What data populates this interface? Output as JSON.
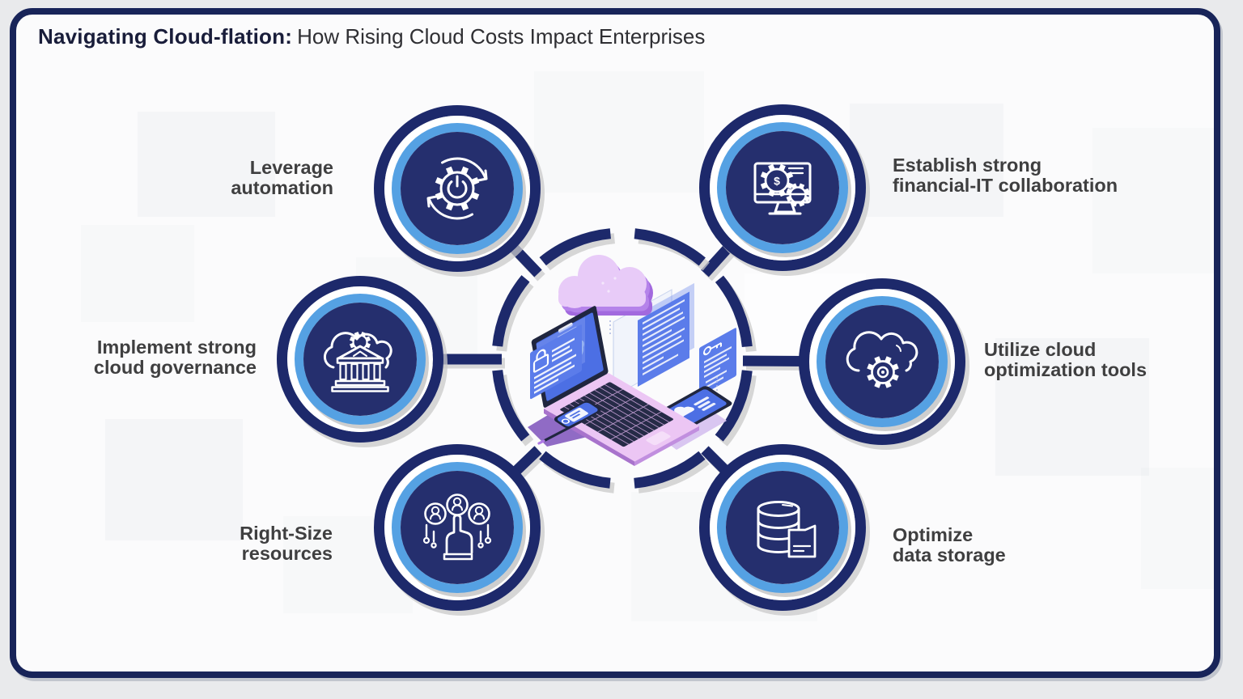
{
  "title": {
    "bold": "Navigating Cloud-flation:",
    "regular": "How Rising Cloud Costs Impact Enterprises"
  },
  "center": {
    "icon": "cloud-computing-devices-isometric-illustration"
  },
  "nodes": [
    {
      "id": "leverage-automation",
      "label": "Leverage\nautomation",
      "icon": "automation-cycle-gear-icon"
    },
    {
      "id": "establish-financial-it-collaboration",
      "label": "Establish strong\nfinancial-IT collaboration",
      "icon": "monitor-gears-dollar-icon"
    },
    {
      "id": "implement-cloud-governance",
      "label": "Implement strong\ncloud governance",
      "icon": "cloud-bank-governance-icon"
    },
    {
      "id": "utilize-cloud-optimization-tools",
      "label": "Utilize cloud\noptimization tools",
      "icon": "cloud-gear-optimization-icon"
    },
    {
      "id": "right-size-resources",
      "label": "Right-Size\nresources",
      "icon": "hand-select-users-icon"
    },
    {
      "id": "optimize-data-storage",
      "label": "Optimize\ndata storage",
      "icon": "database-document-icon"
    }
  ],
  "icons": {
    "dollar": "$"
  },
  "colors": {
    "frame_navy": "#182459",
    "ring_navy": "#1d296b",
    "disc_navy": "#252f6e",
    "light_blue": "#55a1e3",
    "shadow_gray": "#c9c9c9",
    "label_gray": "#3f3f40",
    "title_navy": "#191d3a",
    "card_bg": "#fbfbfc",
    "panel_blue": "#5b7cea",
    "screen_blue": "#4c6fe4",
    "cloud_purple": "#a269de",
    "cloud_light_purple": "#e8cbf8",
    "deck_pink": "#ecc6f4"
  }
}
